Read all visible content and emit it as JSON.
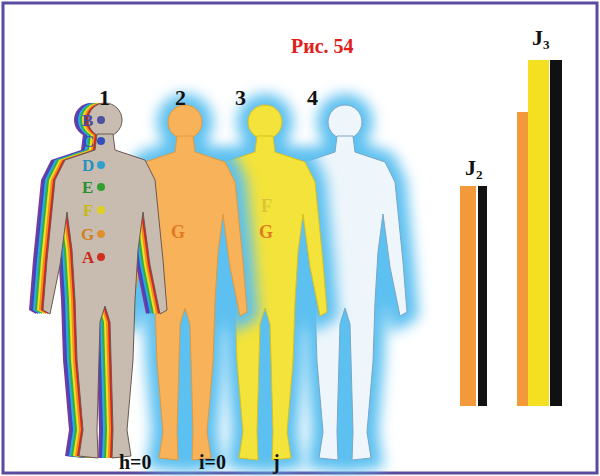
{
  "diagram": {
    "title": "Рис. 54",
    "labels": [
      "1",
      "2",
      "3",
      "4",
      "B",
      "C",
      "D",
      "E",
      "F",
      "G",
      "A",
      "G",
      "F",
      "G",
      "h=0",
      "i=0",
      "j",
      "J₂",
      "J₃"
    ]
  }
}
